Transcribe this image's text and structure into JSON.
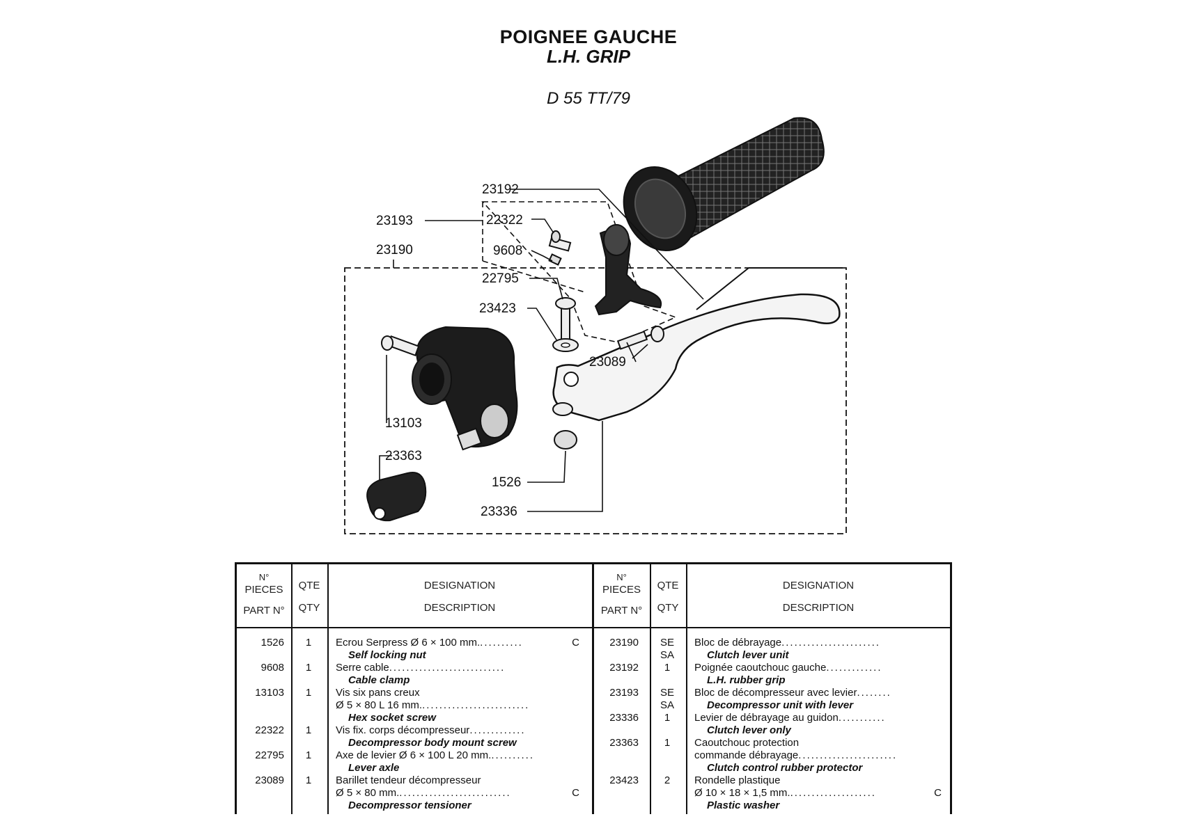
{
  "header": {
    "title_fr": "POIGNEE GAUCHE",
    "title_en": "L.H. GRIP",
    "model": "D 55 TT/79"
  },
  "callouts": {
    "p23192": "23192",
    "p23193": "23193",
    "p22322": "22322",
    "p23190": "23190",
    "p9608": "9608",
    "p22795": "22795",
    "p23423": "23423",
    "p23089": "23089",
    "p13103": "13103",
    "p23363": "23363",
    "p1526": "1526",
    "p23336": "23336"
  },
  "table": {
    "headers": {
      "part_fr_1": "N°",
      "part_fr_2": "PIECES",
      "part_en": "PART N°",
      "qty_fr": "QTE",
      "qty_en": "QTY",
      "desc_fr": "DESIGNATION",
      "desc_en": "DESCRIPTION"
    },
    "left": [
      {
        "part": "1526",
        "qty": "1",
        "fr": "Ecrou Serpress Ø 6 × 100 mm.",
        "code": "C",
        "en": "Self locking nut"
      },
      {
        "part": "9608",
        "qty": "1",
        "fr": "Serre cable",
        "code": "",
        "en": "Cable clamp"
      },
      {
        "part": "13103",
        "qty": "1",
        "fr": "Vis six pans creux",
        "fr2": "Ø 5 × 80 L 16 mm.",
        "code": "",
        "en": "Hex socket screw"
      },
      {
        "part": "22322",
        "qty": "1",
        "fr": "Vis fix. corps décompresseur",
        "code": "",
        "en": "Decompressor body mount screw"
      },
      {
        "part": "22795",
        "qty": "1",
        "fr": "Axe de levier Ø 6 × 100 L 20 mm.",
        "code": "",
        "en": "Lever axle"
      },
      {
        "part": "23089",
        "qty": "1",
        "fr": "Barillet tendeur décompresseur",
        "fr2": "Ø 5 × 80 mm.",
        "code": "C",
        "en": "Decompressor tensioner"
      }
    ],
    "right": [
      {
        "part": "23190",
        "qty": "SE",
        "qty2": "SA",
        "fr": "Bloc de débrayage",
        "code": "",
        "en": "Clutch lever unit"
      },
      {
        "part": "23192",
        "qty": "1",
        "fr": "Poignée caoutchouc gauche",
        "code": "",
        "en": "L.H. rubber grip"
      },
      {
        "part": "23193",
        "qty": "SE",
        "qty2": "SA",
        "fr": "Bloc de décompresseur avec levier",
        "code": "",
        "en": "Decompressor unit with lever"
      },
      {
        "part": "23336",
        "qty": "1",
        "fr": "Levier de débrayage au guidon",
        "code": "",
        "en": "Clutch lever only"
      },
      {
        "part": "23363",
        "qty": "1",
        "fr": "Caoutchouc protection",
        "fr2": "commande débrayage",
        "code": "",
        "en": "Clutch control rubber protector"
      },
      {
        "part": "23423",
        "qty": "2",
        "fr": "Rondelle plastique",
        "fr2": "Ø 10 × 18 × 1,5 mm.",
        "code": "C",
        "en": "Plastic washer"
      }
    ]
  }
}
